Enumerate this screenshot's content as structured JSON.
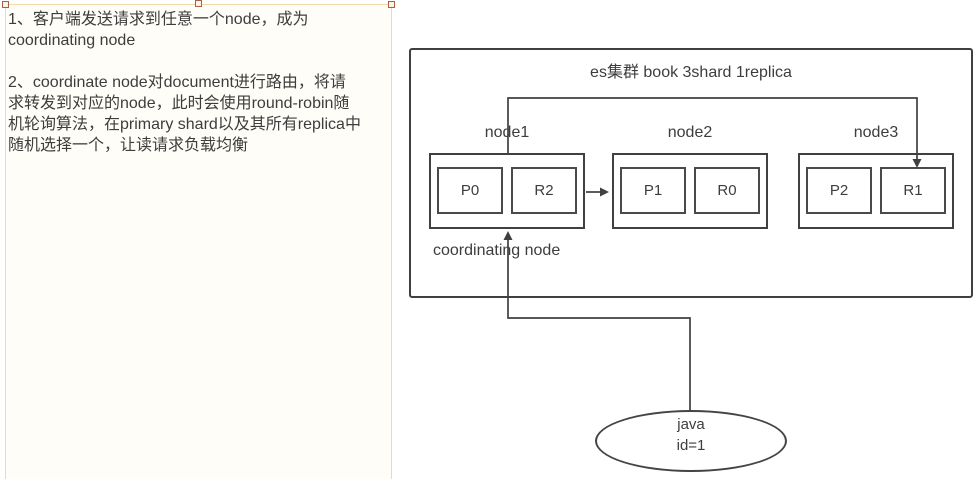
{
  "notes_panel": {
    "paragraphs": [
      {
        "lines": [
          "1、客户端发送请求到任意一个node，成为",
          "coordinating node"
        ]
      },
      {
        "lines": [
          "2、coordinate node对document进行路由，将请",
          "求转发到对应的node，此时会使用round-robin随",
          "机轮询算法，在primary shard以及其所有replica中",
          "随机选择一个，让读请求负载均衡"
        ]
      }
    ]
  },
  "diagram": {
    "cluster_title": "es集群 book 3shard 1replica",
    "nodes": [
      {
        "label": "node1",
        "shards": [
          "P0",
          "R2"
        ]
      },
      {
        "label": "node2",
        "shards": [
          "P1",
          "R0"
        ]
      },
      {
        "label": "node3",
        "shards": [
          "P2",
          "R1"
        ]
      }
    ],
    "coordinating_label": "coordinating node",
    "client": {
      "line1": "java",
      "line2": "id=1"
    }
  },
  "colors": {
    "line": "#404040",
    "text": "#3d3d3d",
    "panel_border": "#f2d9a9",
    "handle_border": "#b05c4a"
  }
}
